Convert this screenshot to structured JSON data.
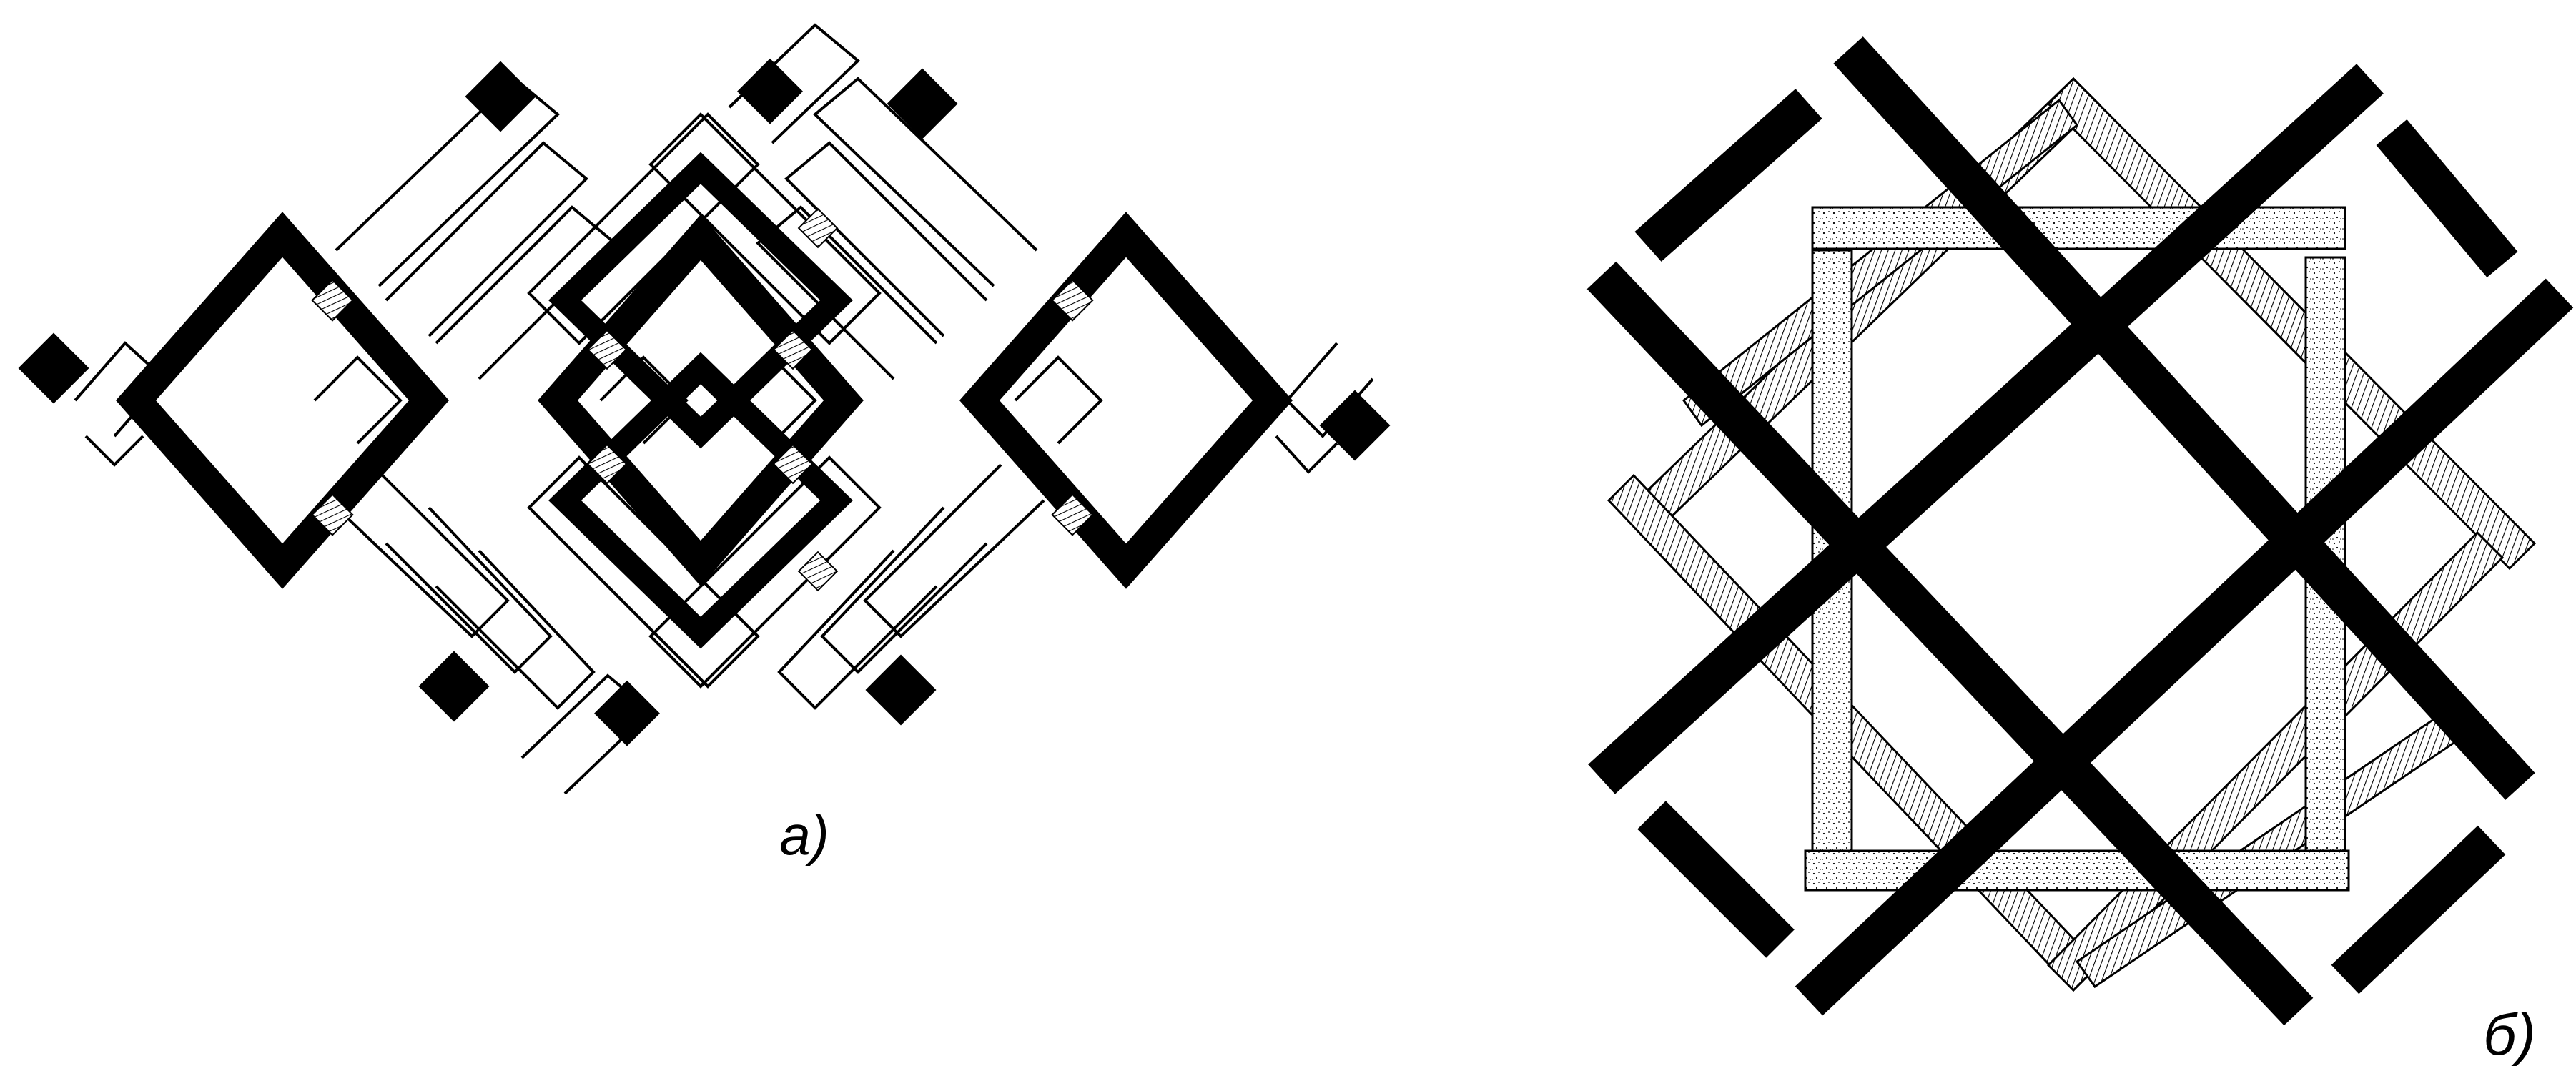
{
  "figure": {
    "panels": [
      {
        "id": "a",
        "label": "a)"
      },
      {
        "id": "b",
        "label": "б)"
      }
    ]
  },
  "colors": {
    "ink": "#000000",
    "paper": "#ffffff"
  }
}
